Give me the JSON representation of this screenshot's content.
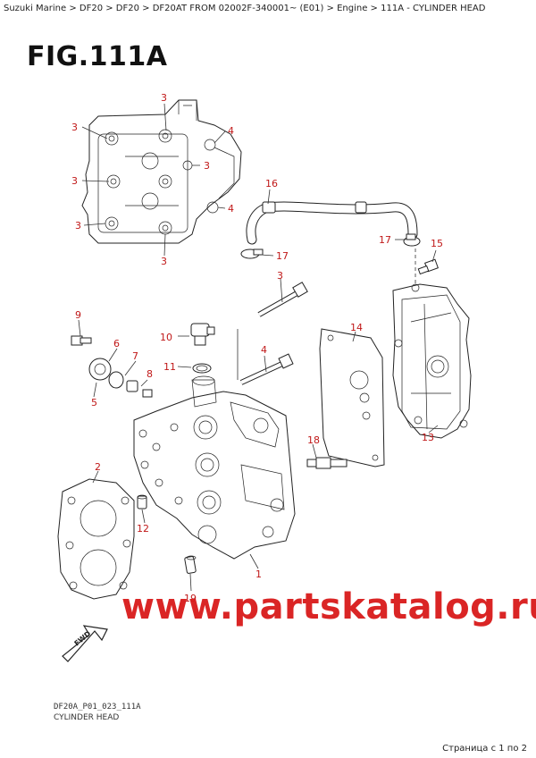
{
  "breadcrumb": "Suzuki Marine > DF20 > DF20 > DF20AT FROM 02002F-340001~ (E01) > Engine > 111A - CYLINDER HEAD",
  "figure_title": "FIG.111A",
  "callouts": {
    "c1": "1",
    "c2": "2",
    "c3a": "3",
    "c3b": "3",
    "c3c": "3",
    "c3d": "3",
    "c3e": "3",
    "c3f": "3",
    "c3g": "3",
    "c4a": "4",
    "c4b": "4",
    "c4c": "4",
    "c5": "5",
    "c6": "6",
    "c7": "7",
    "c8": "8",
    "c9": "9",
    "c10": "10",
    "c11": "11",
    "c12": "12",
    "c13": "13",
    "c14": "14",
    "c15": "15",
    "c16": "16",
    "c17a": "17",
    "c17b": "17",
    "c18": "18",
    "c19": "19"
  },
  "fwd_label": "FWD",
  "watermark": "www.partskatalog.ru",
  "drawing_code": "DF20A_P01_023_111A",
  "subtitle": "CYLINDER HEAD",
  "pager": "Страница с 1 по 2",
  "colors": {
    "callout": "#c01818",
    "watermark": "#d91a1a",
    "line": "#222222"
  }
}
